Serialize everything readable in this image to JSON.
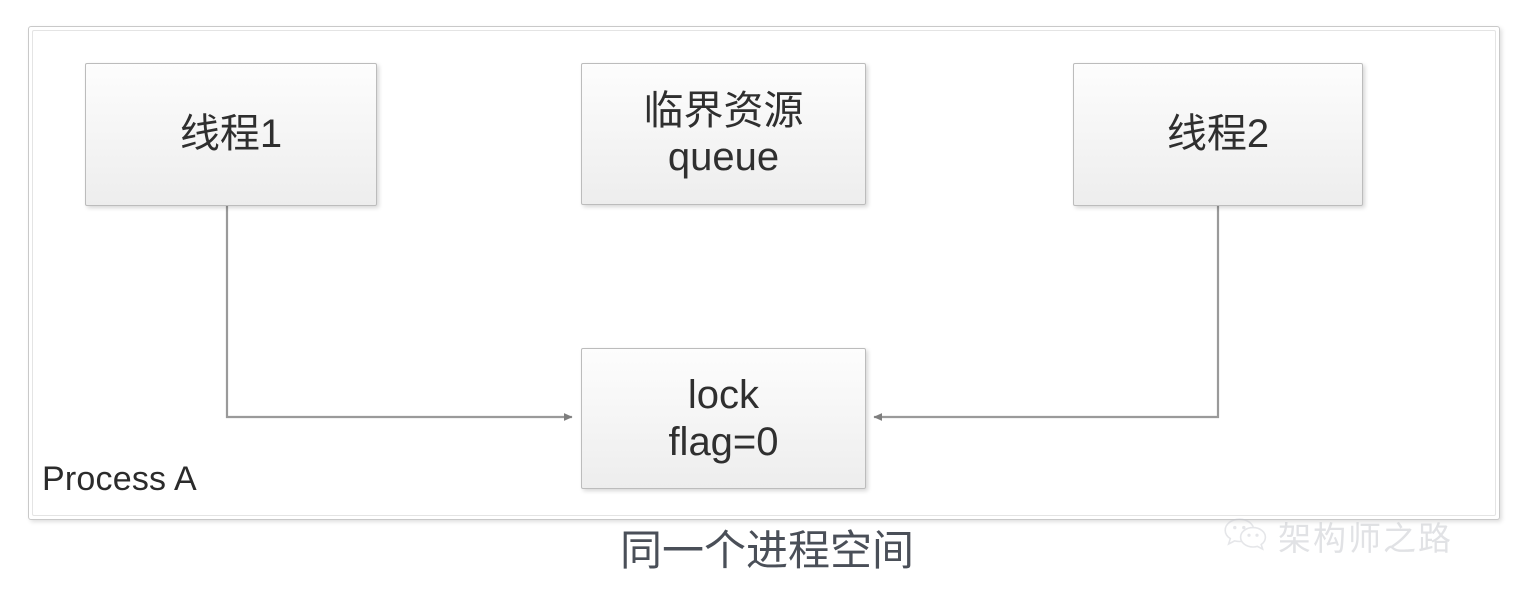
{
  "diagram": {
    "type": "flow-diagram",
    "title_caption": "同一个进程空间",
    "container": {
      "label": "Process A"
    },
    "nodes": [
      {
        "id": "thread1",
        "lines": [
          "线程1"
        ],
        "line1": "线程1"
      },
      {
        "id": "critical-resource",
        "lines": [
          "临界资源",
          "queue"
        ],
        "line1": "临界资源",
        "line2": "queue"
      },
      {
        "id": "thread2",
        "lines": [
          "线程2"
        ],
        "line1": "线程2"
      },
      {
        "id": "lock",
        "lines": [
          "lock",
          "flag=0"
        ],
        "line1": "lock",
        "line2": "flag=0"
      }
    ],
    "connectors": [
      {
        "from": "thread1",
        "to": "lock",
        "arrowhead": "to-lock-left"
      },
      {
        "from": "thread2",
        "to": "lock",
        "arrowhead": "to-lock-right"
      }
    ],
    "colors": {
      "box_border": "#bcbcbc",
      "box_fill_top": "#fdfdfd",
      "box_fill_bottom": "#ededed",
      "container_border": "#c9c9c9",
      "connector_line": "#9a9a9a",
      "text": "#2f2f2f",
      "caption_text": "#4a4f58",
      "watermark_text": "#b9bcc2"
    }
  },
  "watermark": {
    "icon": "wechat-icon",
    "text": "架构师之路"
  }
}
